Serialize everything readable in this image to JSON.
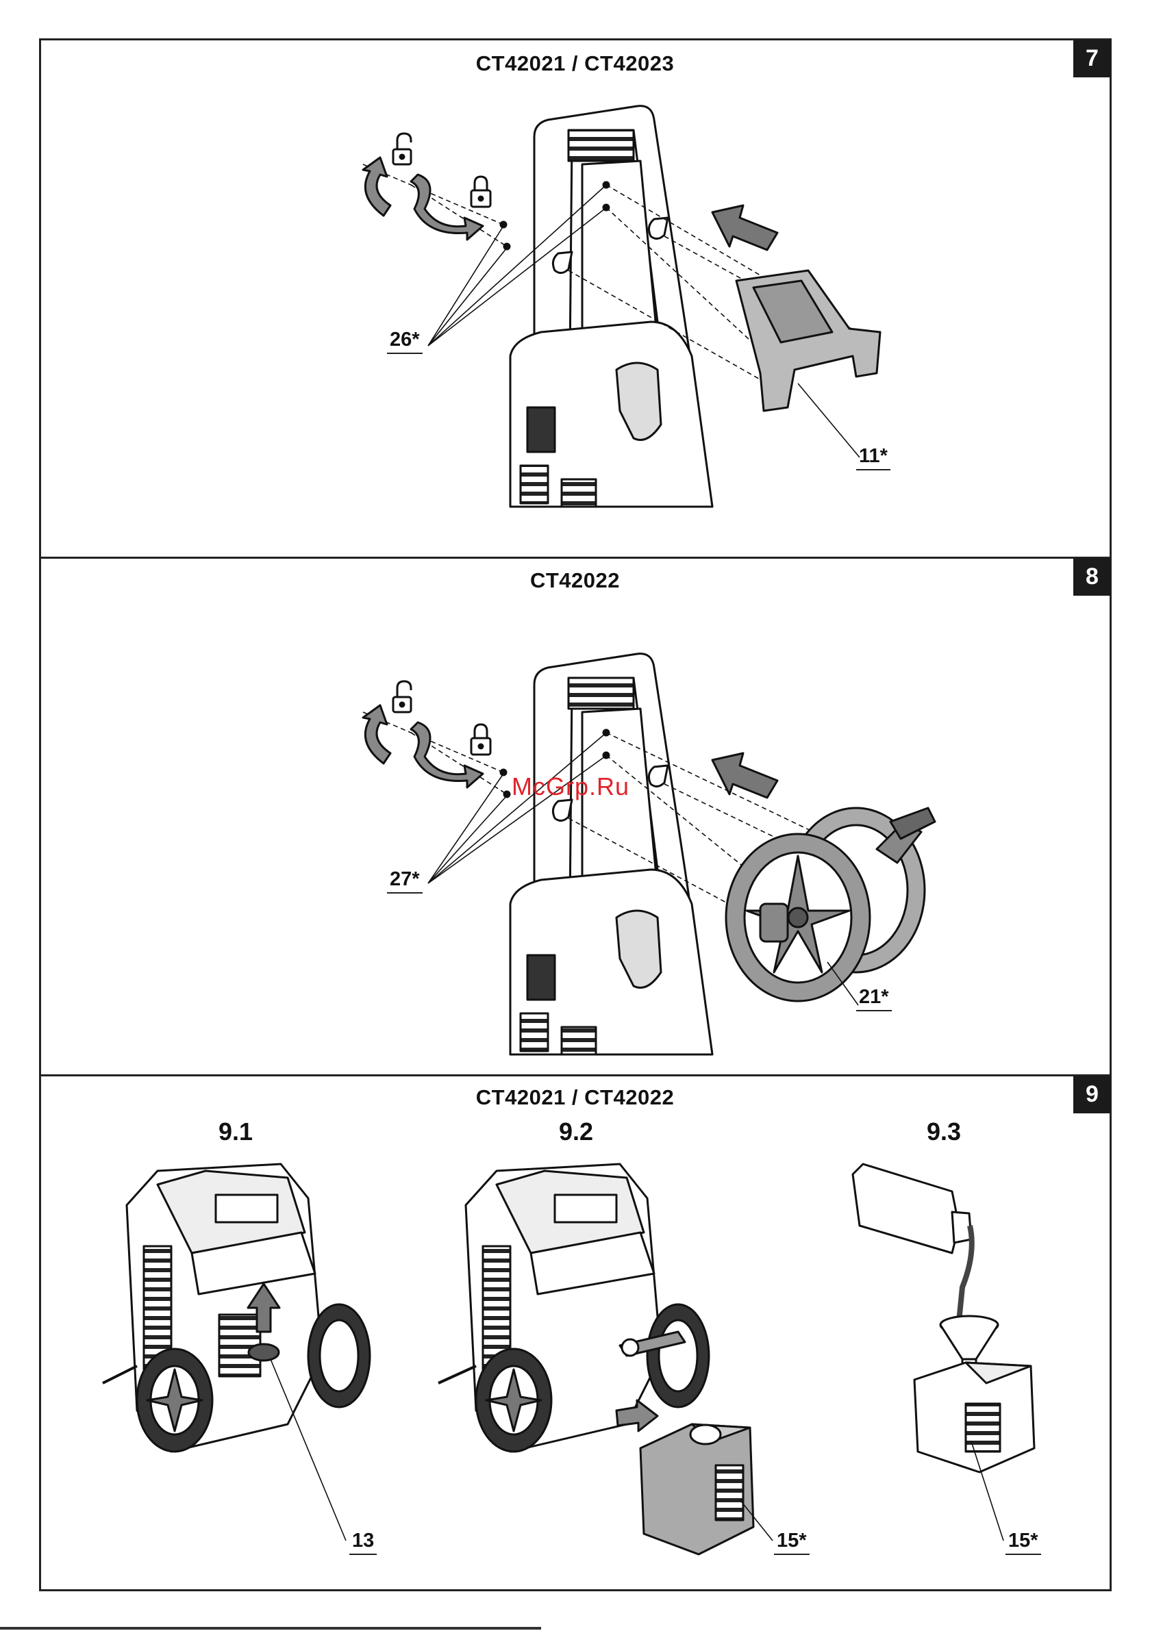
{
  "panels": [
    {
      "badge": "7",
      "title": "CT42021 / CT42023",
      "callouts": [
        "26*",
        "11*"
      ]
    },
    {
      "badge": "8",
      "title": "CT42022",
      "callouts": [
        "27*",
        "21*"
      ]
    },
    {
      "badge": "9",
      "title": "CT42021 / CT42022",
      "steps": [
        "9.1",
        "9.2",
        "9.3"
      ],
      "callouts": [
        "13",
        "15*",
        "15*"
      ]
    }
  ],
  "watermark": "McGrp.Ru",
  "icons": [
    "unlock-icon",
    "lock-icon",
    "rotate-arrow-icon",
    "push-arrow-icon"
  ]
}
